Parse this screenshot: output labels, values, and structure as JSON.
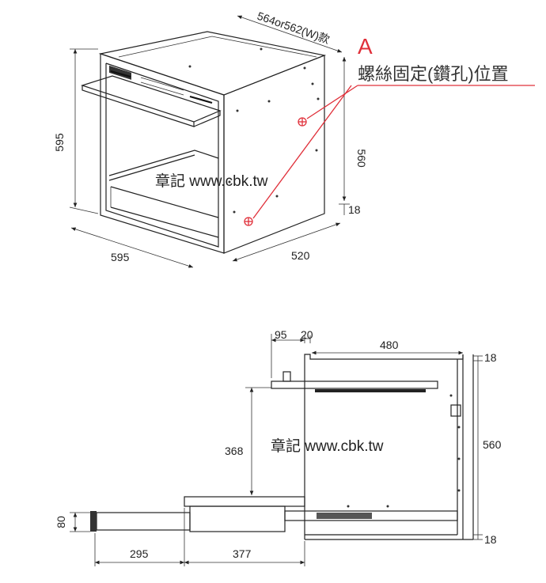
{
  "top_view": {
    "dim_width_top": "564or562(W)款",
    "dim_height_left": "595",
    "dim_width_bottom": "595",
    "dim_depth": "520",
    "dim_height_right": "560",
    "dim_gap": "18",
    "marker_letter": "A",
    "screw_label": "螺絲固定(鑽孔)位置",
    "watermark": "章記 www.cbk.tw"
  },
  "side_view": {
    "dim_95": "95",
    "dim_20": "20",
    "dim_480": "480",
    "dim_top_18": "18",
    "dim_560": "560",
    "dim_bottom_18": "18",
    "dim_368": "368",
    "dim_80": "80",
    "dim_295": "295",
    "dim_377": "377",
    "watermark": "章記 www.cbk.tw"
  },
  "colors": {
    "accent": "#e0303a",
    "line": "#222222"
  }
}
